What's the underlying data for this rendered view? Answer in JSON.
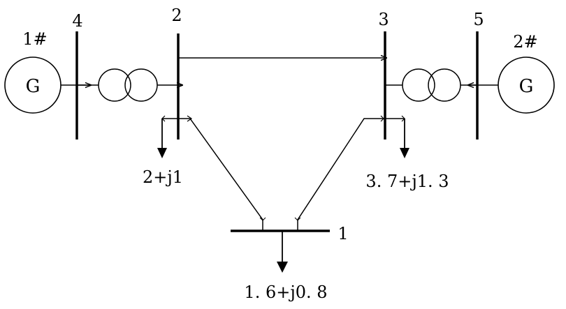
{
  "generators": {
    "g1": {
      "tag": "1#",
      "symbol": "G"
    },
    "g2": {
      "tag": "2#",
      "symbol": "G"
    }
  },
  "buses": {
    "b1": {
      "label": "1"
    },
    "b2": {
      "label": "2"
    },
    "b3": {
      "label": "3"
    },
    "b4": {
      "label": "4"
    },
    "b5": {
      "label": "5"
    }
  },
  "loads": {
    "bus2": {
      "label": "2+j1"
    },
    "bus3": {
      "label": "3. 7+j1. 3"
    },
    "bus1": {
      "label": "1. 6+j0. 8"
    }
  },
  "colors": {
    "stroke": "#000000",
    "background": "#ffffff"
  }
}
